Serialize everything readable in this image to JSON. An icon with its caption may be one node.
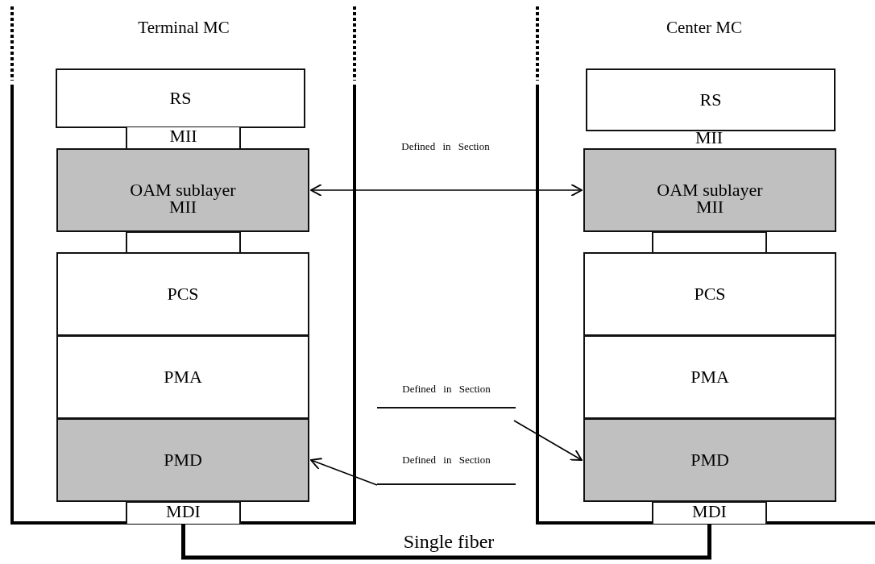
{
  "diagram": {
    "nodes": [
      {
        "text": [
          "Terminal MC"
        ]
      },
      {
        "text": [
          "RS"
        ],
        "in": 0
      },
      {
        "text": [
          "MII"
        ],
        "in": 0
      },
      {
        "text": [
          "OAM sublayer",
          "MII"
        ],
        "in": 0
      },
      {
        "text": [],
        "shape": "box",
        "in": 0
      },
      {
        "text": [
          "PCS"
        ],
        "in": 0
      },
      {
        "text": [
          "PMA"
        ],
        "in": 0
      },
      {
        "text": [
          "PMD"
        ],
        "in": 0
      },
      {
        "text": [
          "MDI"
        ],
        "in": 0
      },
      {
        "text": [
          "Center MC"
        ]
      },
      {
        "text": [
          "RS"
        ],
        "in": 9
      },
      {
        "text": [
          "OAM sublayer",
          "MII"
        ],
        "in": 9
      },
      {
        "text": [],
        "shape": "box",
        "in": 9
      },
      {
        "text": [
          "PCS"
        ],
        "in": 9
      },
      {
        "text": [
          "PMA"
        ],
        "in": 9
      },
      {
        "text": [
          "PMD"
        ],
        "in": 9
      },
      {
        "text": [
          "MDI"
        ],
        "in": 9
      },
      {
        "text": [
          "Defined in Section"
        ]
      },
      {
        "text": [
          "Defined in Section"
        ]
      }
    ],
    "edges": [
      {
        "from": 3,
        "to": 11,
        "arrow": "both",
        "label": "Defined in Section"
      },
      {
        "from": 17,
        "to": 15,
        "arrow": "to"
      },
      {
        "from": 18,
        "to": 7,
        "arrow": "to"
      },
      {
        "from": 8,
        "to": 16,
        "arrow": "none",
        "style": "thick",
        "label": "Single fiber"
      }
    ],
    "labels": [
      "MII"
    ]
  }
}
